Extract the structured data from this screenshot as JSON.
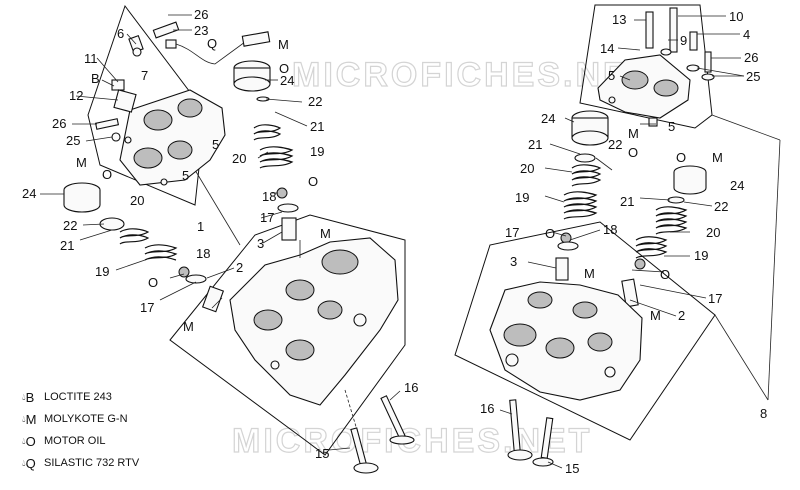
{
  "watermark": "MICROFICHES.NET",
  "legend": [
    {
      "symbol": "B",
      "text": "LOCTITE 243"
    },
    {
      "symbol": "M",
      "text": "MOLYKOTE G-N"
    },
    {
      "symbol": "O",
      "text": "MOTOR OIL"
    },
    {
      "symbol": "Q",
      "text": "SILASTIC 732 RTV"
    }
  ],
  "callouts": {
    "l26a": "26",
    "l23": "23",
    "l6": "6",
    "lQ": "Q",
    "lM1": "M",
    "l11": "11",
    "lB": "B",
    "l7": "7",
    "lO1": "O",
    "l24a": "24",
    "l22a": "22",
    "l12": "12",
    "l21a": "21",
    "l26b": "26",
    "l25a": "25",
    "l5a": "5",
    "l5b": "5",
    "l20a": "20",
    "l19a": "19",
    "lM2": "M",
    "lO2": "O",
    "l18a": "18",
    "l24b": "24",
    "l17a": "17",
    "l1": "1",
    "l20b": "20",
    "l22b": "22",
    "l21b": "21",
    "l3a": "3",
    "lM3": "M",
    "l18b": "18",
    "l19b": "19",
    "lO3": "O",
    "l2a": "2",
    "l17b": "17",
    "lM4": "M",
    "l16a": "16",
    "l15a": "15",
    "l13": "13",
    "l10": "10",
    "l9": "9",
    "l4": "4",
    "l14": "14",
    "l26c": "26",
    "l25b": "25",
    "l5c": "5",
    "l5d": "5",
    "l24c": "24",
    "lM5": "M",
    "lO4": "O",
    "l21c": "21",
    "l22c": "22",
    "lO5": "O",
    "lM6": "M",
    "l20c": "20",
    "l24d": "24",
    "l19c": "19",
    "l21d": "21",
    "l22d": "22",
    "l17c": "17",
    "lO6": "O",
    "l18c": "18",
    "l20d": "20",
    "l3b": "3",
    "lM7": "M",
    "l19d": "19",
    "lO7": "O",
    "l17d": "17",
    "lM8": "M",
    "l2b": "2",
    "l8": "8",
    "l16b": "16",
    "l15b": "15"
  }
}
